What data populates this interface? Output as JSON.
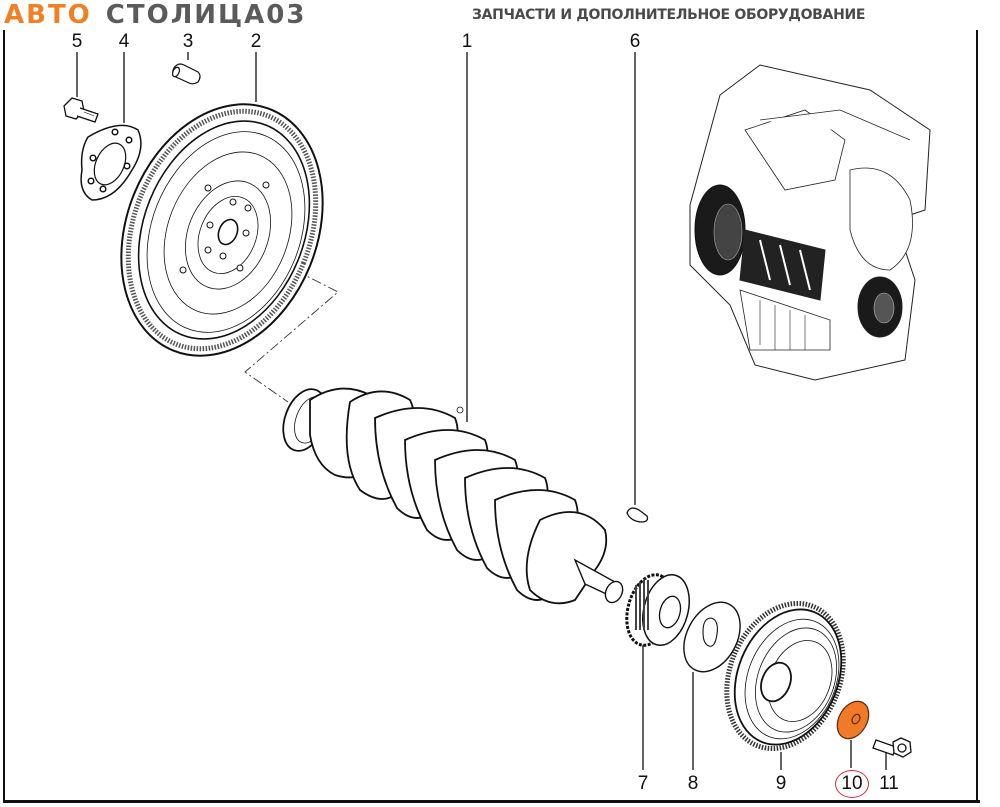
{
  "header": {
    "logo_part1": "Авто",
    "logo_part2": "Столица03",
    "tagline": "ЗАПЧАСТИ И ДОПОЛНИТЕЛЬНОЕ ОБОРУДОВАНИЕ",
    "logo_colors": {
      "orange": "#f08024",
      "gray": "#5b5b5b"
    }
  },
  "diagram": {
    "highlight_color": "#f07a28",
    "selected_marker_color": "#d0303a",
    "callouts": [
      {
        "id": "1",
        "part": "crankshaft",
        "selected": false
      },
      {
        "id": "2",
        "part": "flywheel",
        "selected": false
      },
      {
        "id": "3",
        "part": "dowel-pin",
        "selected": false
      },
      {
        "id": "4",
        "part": "flywheel-reinforcement-plate",
        "selected": false
      },
      {
        "id": "5",
        "part": "flywheel-bolt",
        "selected": false
      },
      {
        "id": "6",
        "part": "woodruff-key",
        "selected": false
      },
      {
        "id": "7",
        "part": "crankshaft-sprocket",
        "selected": false
      },
      {
        "id": "8",
        "part": "thrust-washer",
        "selected": false
      },
      {
        "id": "9",
        "part": "crankshaft-pulley",
        "selected": false
      },
      {
        "id": "10",
        "part": "pulley-washer",
        "selected": true
      },
      {
        "id": "11",
        "part": "pulley-bolt",
        "selected": false
      }
    ]
  }
}
